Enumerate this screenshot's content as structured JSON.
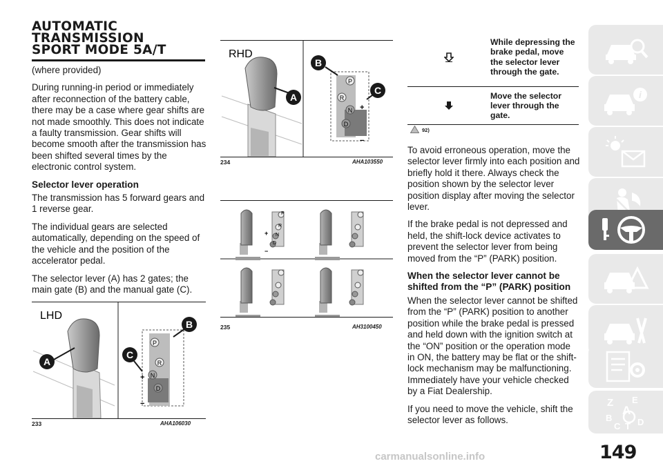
{
  "title_lines": [
    "AUTOMATIC",
    "TRANSMISSION",
    "SPORT MODE 5A/T"
  ],
  "col1": {
    "p1": "(where provided)",
    "p2": "During running-in period or immediately after reconnection of the battery cable, there may be a case where gear shifts are not made smoothly. This does not indicate a faulty transmission. Gear shifts will become smooth after the transmission has been shifted several times by the electronic control system.",
    "h1": "Selector lever operation",
    "p3": "The transmission has 5 forward gears and 1 reverse gear.",
    "p4": "The individual gears are selected automatically, depending on the speed of the vehicle and the position of the accelerator pedal.",
    "p5": "The selector lever (A) has 2 gates; the main gate (B) and the manual gate (C)."
  },
  "figures": {
    "f233": {
      "side": "LHD",
      "caption": "233",
      "code": "AHA106030"
    },
    "f234": {
      "side": "RHD",
      "caption": "234",
      "code": "AHA103550"
    },
    "f235": {
      "caption": "235",
      "code": "AH3100450"
    },
    "labels": {
      "a": "A",
      "b": "B",
      "c": "C"
    },
    "gear_letters": {
      "p": "P",
      "r": "R",
      "n": "N",
      "d": "D",
      "plus": "+",
      "minus": "−"
    }
  },
  "steps": [
    {
      "icon": "hollow-down-arrow-icon",
      "text": "While depressing the brake pedal, move the selector lever through the gate."
    },
    {
      "icon": "solid-down-arrow-icon",
      "text": "Move the selector lever through the gate."
    }
  ],
  "note_ref": "92)",
  "col3": {
    "p1": "To avoid erroneous operation, move the selector lever firmly into each position and briefly hold it there. Always check the position shown by the selector lever position display after moving the selector lever.",
    "p2": "If the brake pedal is not depressed and held, the shift-lock device activates to prevent the selector lever from being moved from the “P” (PARK) position.",
    "h1": "When the selector lever cannot be shifted from the “P” (PARK) position",
    "p3": "When the selector lever cannot be shifted from the “P” (PARK) position to another position while the brake pedal is pressed and held down with the ignition switch at the “ON” position or the operation mode in ON, the battery may be flat or the shift-lock mechanism may be malfunctioning. Immediately have your vehicle checked by a Fiat Dealership.",
    "p4": "If you need to move the vehicle, shift the selector lever as follows."
  },
  "sidebar": {
    "active_index": 4,
    "tabs": [
      "car-search-icon",
      "car-info-icon",
      "warning-light-message-icon",
      "airbag-seatbelt-icon",
      "key-steering-wheel-icon",
      "car-warning-triangle-icon",
      "car-tools-icon",
      "list-settings-icon",
      "alphabetical-index-icon"
    ],
    "index_letters": [
      "Z",
      "E",
      "A",
      "B",
      "C",
      "T",
      "D"
    ]
  },
  "page_number": "149",
  "watermark": "carmanualsonline.info",
  "colors": {
    "text": "#1a1a1a",
    "tab": "#e9e9e9",
    "tab_active": "#6a6a6a",
    "lever": "#8c8c8c"
  }
}
